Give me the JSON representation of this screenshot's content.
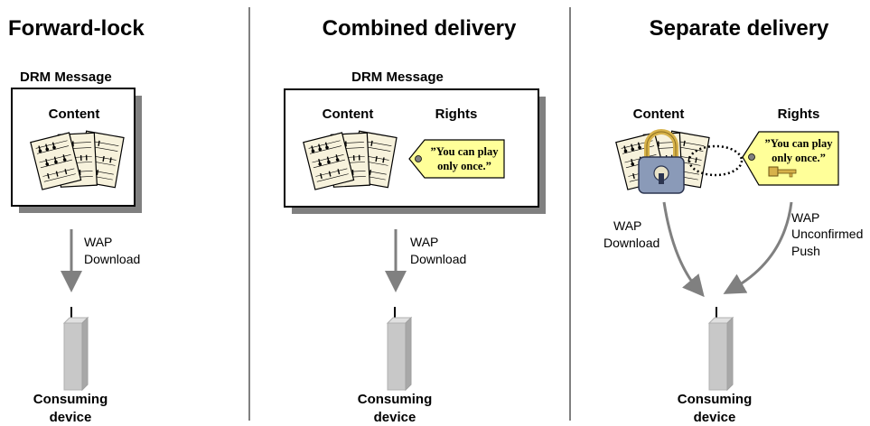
{
  "panels": [
    {
      "title": "Forward-lock",
      "message_label": "DRM Message",
      "content_label": "Content",
      "transport": [
        "WAP",
        "Download"
      ],
      "device": [
        "Consuming",
        "device"
      ]
    },
    {
      "title": "Combined delivery",
      "message_label": "DRM Message",
      "content_label": "Content",
      "rights_label": "Rights",
      "rights_tag": [
        "”You can play",
        "only once.”"
      ],
      "transport": [
        "WAP",
        "Download"
      ],
      "device": [
        "Consuming",
        "device"
      ]
    },
    {
      "title": "Separate delivery",
      "content_label": "Content",
      "rights_label": "Rights",
      "rights_tag": [
        "”You can play",
        "only once.”"
      ],
      "content_transport": [
        "WAP",
        "Download"
      ],
      "rights_transport": [
        "WAP",
        "Unconfirmed",
        "Push"
      ],
      "device": [
        "Consuming",
        "device"
      ]
    }
  ],
  "colors": {
    "tag_fill": "#ffff99",
    "device_fill": "#c8c8c8",
    "arrow": "#808080",
    "divider": "#808080",
    "lock_body": "#8a9ab8",
    "lock_shackle": "#d7b24a"
  },
  "icons": [
    "sheet-music-icon",
    "padlock-icon",
    "key-icon"
  ]
}
